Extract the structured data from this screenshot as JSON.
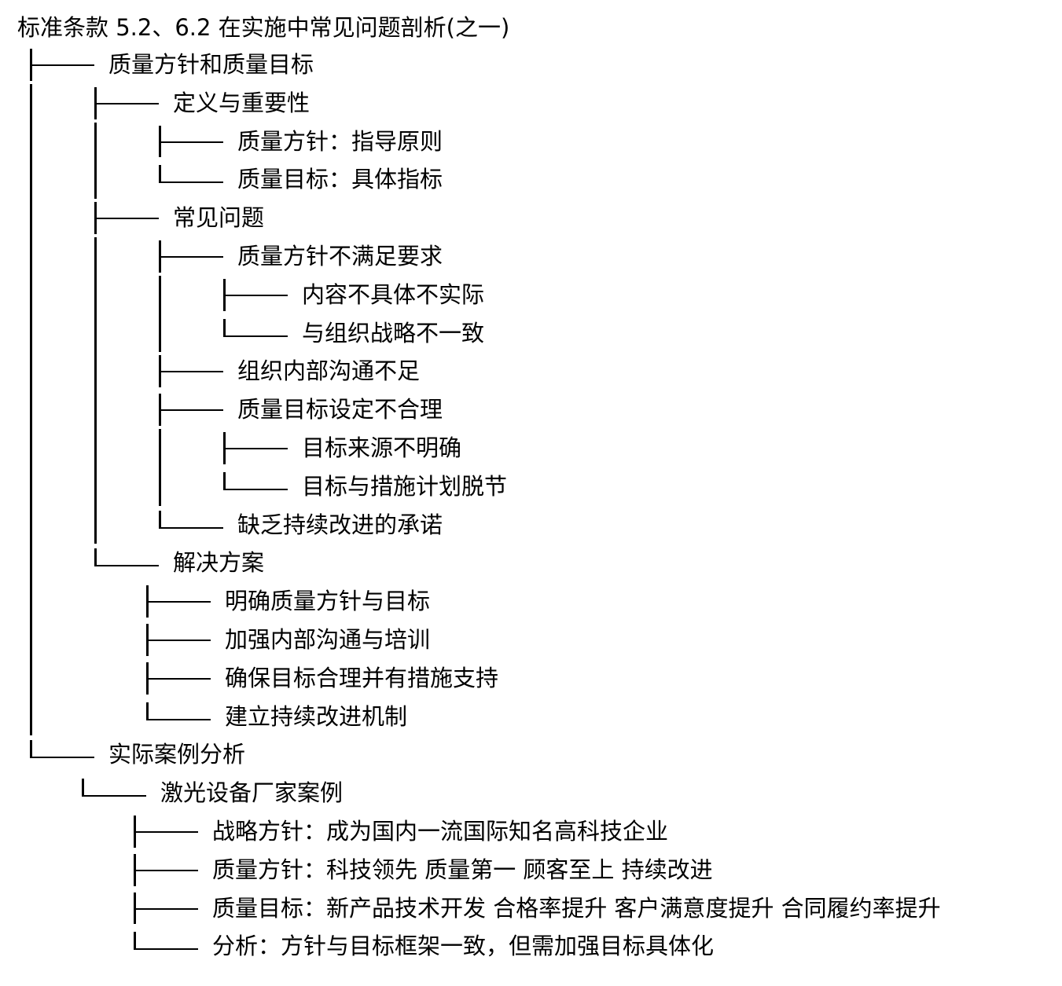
{
  "title": "标准条款 5.2、6.2 在实施中常见问题剖析(之一)",
  "lines": [
    {
      "guides": [
        "tee"
      ],
      "label": "质量方针和质量目标"
    },
    {
      "guides": [
        "pipe",
        "tee"
      ],
      "label": "定义与重要性"
    },
    {
      "guides": [
        "pipe",
        "pipe",
        "tee"
      ],
      "label": "质量方针：指导原则"
    },
    {
      "guides": [
        "pipe",
        "pipe",
        "end"
      ],
      "label": "质量目标：具体指标"
    },
    {
      "guides": [
        "pipe",
        "tee"
      ],
      "label": "常见问题"
    },
    {
      "guides": [
        "pipe",
        "pipe",
        "tee"
      ],
      "label": "质量方针不满足要求"
    },
    {
      "guides": [
        "pipe",
        "pipe",
        "pipe",
        "tee"
      ],
      "label": "内容不具体不实际"
    },
    {
      "guides": [
        "pipe",
        "pipe",
        "pipe",
        "end"
      ],
      "label": "与组织战略不一致"
    },
    {
      "guides": [
        "pipe",
        "pipe",
        "tee"
      ],
      "label": "组织内部沟通不足"
    },
    {
      "guides": [
        "pipe",
        "pipe",
        "tee"
      ],
      "label": "质量目标设定不合理"
    },
    {
      "guides": [
        "pipe",
        "pipe",
        "pipe",
        "tee"
      ],
      "label": "目标来源不明确"
    },
    {
      "guides": [
        "pipe",
        "pipe",
        "pipe",
        "end"
      ],
      "label": "目标与措施计划脱节"
    },
    {
      "guides": [
        "pipe",
        "pipe",
        "end"
      ],
      "label": "缺乏持续改进的承诺"
    },
    {
      "guides": [
        "pipe",
        "end"
      ],
      "label": "解决方案"
    },
    {
      "guides": [
        "pipe",
        "",
        "tee"
      ],
      "label": "明确质量方针与目标",
      "shift": -16
    },
    {
      "guides": [
        "pipe",
        "",
        "tee"
      ],
      "label": "加强内部沟通与培训",
      "shift": -16
    },
    {
      "guides": [
        "pipe",
        "",
        "tee"
      ],
      "label": "确保目标合理并有措施支持",
      "shift": -16
    },
    {
      "guides": [
        "pipe",
        "",
        "end"
      ],
      "label": "建立持续改进机制",
      "shift": -16
    },
    {
      "guides": [
        "end"
      ],
      "label": "实际案例分析"
    },
    {
      "guides": [
        "",
        "end"
      ],
      "label": "激光设备厂家案例",
      "shift": -16
    },
    {
      "guides": [
        "",
        "",
        "tee"
      ],
      "label": "战略方针：成为国内一流国际知名高科技企业",
      "shift": -32
    },
    {
      "guides": [
        "",
        "",
        "tee"
      ],
      "label": "质量方针：科技领先  质量第一  顾客至上  持续改进",
      "shift": -32
    },
    {
      "guides": [
        "",
        "",
        "tee"
      ],
      "label": "质量目标：新产品技术开发  合格率提升  客户满意度提升  合同履约率提升",
      "shift": -32
    },
    {
      "guides": [
        "",
        "",
        "end"
      ],
      "label": "分析：方针与目标框架一致，但需加强目标具体化",
      "shift": -32
    }
  ]
}
